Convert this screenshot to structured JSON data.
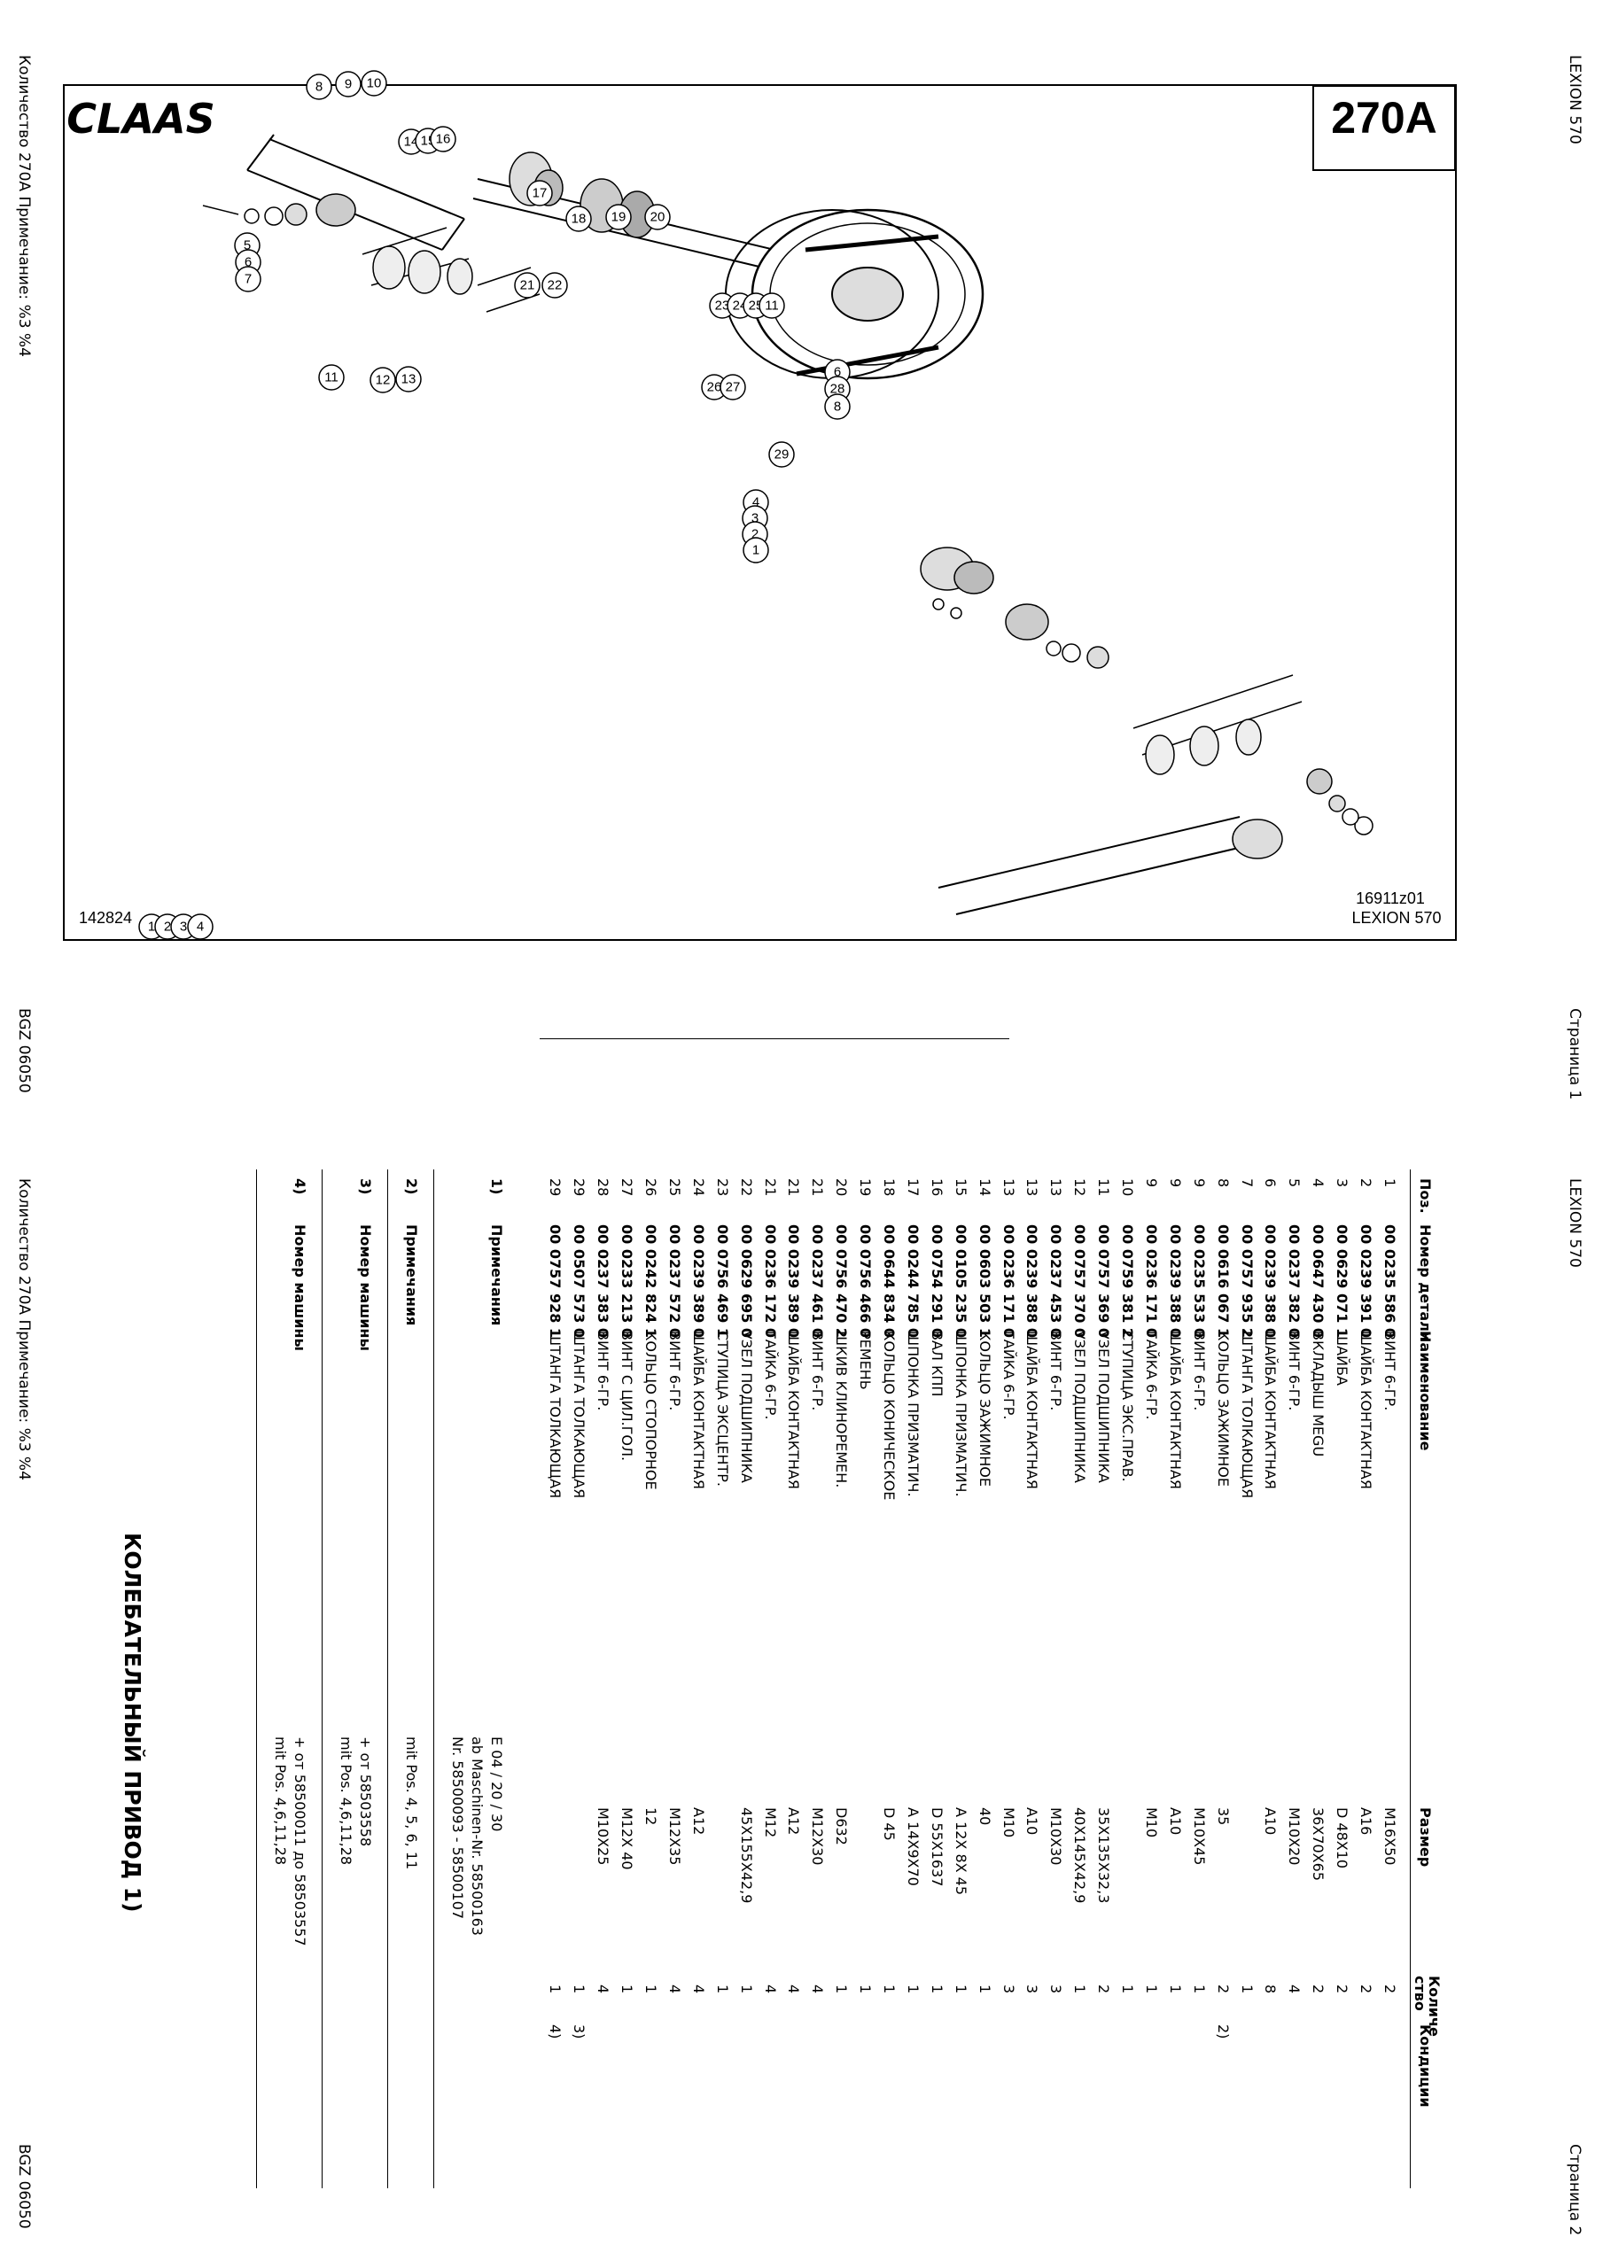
{
  "page1": {
    "header_left": "Количество 270A   Примечание:  %3 %4",
    "header_right": "LEXION 570",
    "footer_left": "BGZ 06050",
    "footer_right": "Страница 1"
  },
  "page2": {
    "header_left": "Количество 270A   Примечание:  %3 %4",
    "header_right": "LEXION 570",
    "footer_left": "BGZ 06050",
    "footer_right": "Страница 2"
  },
  "diagram": {
    "logo": "CLAAS",
    "page_code": "270A",
    "drawing_no": "16911z01",
    "model": "LEXION 570",
    "figure_no": "142824",
    "callouts": [
      "1",
      "2",
      "3",
      "4",
      "5",
      "6",
      "7",
      "8",
      "9",
      "10",
      "11",
      "12",
      "13",
      "14",
      "15",
      "16",
      "17",
      "18",
      "19",
      "20",
      "21",
      "22",
      "23",
      "24",
      "25",
      "11",
      "26",
      "27",
      "6",
      "28",
      "8",
      "29",
      "4",
      "3",
      "2",
      "1"
    ]
  },
  "table": {
    "title": "КОЛЕБАТЕЛЬНЫЙ ПРИВОД  1)",
    "headers": {
      "pos": "Поз.",
      "partno": "Номер детали",
      "name": "Наименование",
      "size": "Размер",
      "qty": "Количе ство",
      "cond": "Кондиции"
    },
    "rows": [
      {
        "pos": "1",
        "partno": "00 0235 586 0",
        "name": "ВИНТ 6-ГР.",
        "size": "M16X50",
        "qty": "2",
        "cond": ""
      },
      {
        "pos": "2",
        "partno": "00 0239 391 0",
        "name": "ШАЙБА КОНТАКТНАЯ",
        "size": "A16",
        "qty": "2",
        "cond": ""
      },
      {
        "pos": "3",
        "partno": "00 0629 071 1",
        "name": "ШАЙБА",
        "size": "D 48X10",
        "qty": "2",
        "cond": ""
      },
      {
        "pos": "4",
        "partno": "00 0647 430 0",
        "name": "ВКЛАДЫШ MEGU",
        "size": "36X70X65",
        "qty": "2",
        "cond": ""
      },
      {
        "pos": "5",
        "partno": "00 0237 382 0",
        "name": "ВИНТ 6-ГР.",
        "size": "M10X20",
        "qty": "4",
        "cond": ""
      },
      {
        "pos": "6",
        "partno": "00 0239 388 0",
        "name": "ШАЙБА КОНТАКТНАЯ",
        "size": "A10",
        "qty": "8",
        "cond": ""
      },
      {
        "pos": "7",
        "partno": "00 0757 935 2",
        "name": "ШТАНГА ТОЛКАЮЩАЯ",
        "size": "",
        "qty": "1",
        "cond": ""
      },
      {
        "pos": "8",
        "partno": "00 0616 067 1",
        "name": "КОЛЬЦО ЗАЖИМНОЕ",
        "size": "35",
        "qty": "2",
        "cond": "2)"
      },
      {
        "pos": "9",
        "partno": "00 0235 533 0",
        "name": "ВИНТ 6-ГР.",
        "size": "M10X45",
        "qty": "1",
        "cond": ""
      },
      {
        "pos": "9",
        "partno": "00 0239 388 0",
        "name": "ШАЙБА КОНТАКТНАЯ",
        "size": "A10",
        "qty": "1",
        "cond": ""
      },
      {
        "pos": "9",
        "partno": "00 0236 171 0",
        "name": "ГАЙКА 6-ГР.",
        "size": "M10",
        "qty": "1",
        "cond": ""
      },
      {
        "pos": "10",
        "partno": "00 0759 381 2",
        "name": "СТУПИЦА ЭКС.ПРАВ.",
        "size": "",
        "qty": "1",
        "cond": ""
      },
      {
        "pos": "11",
        "partno": "00 0757 369 0",
        "name": "УЗЕЛ ПОДШИПНИКА",
        "size": "35X135X32,3",
        "qty": "2",
        "cond": ""
      },
      {
        "pos": "12",
        "partno": "00 0757 370 0",
        "name": "УЗЕЛ ПОДШИПНИКА",
        "size": "40X145X42,9",
        "qty": "1",
        "cond": ""
      },
      {
        "pos": "13",
        "partno": "00 0237 453 0",
        "name": "ВИНТ 6-ГР.",
        "size": "M10X30",
        "qty": "3",
        "cond": ""
      },
      {
        "pos": "13",
        "partno": "00 0239 388 0",
        "name": "ШАЙБА КОНТАКТНАЯ",
        "size": "A10",
        "qty": "3",
        "cond": ""
      },
      {
        "pos": "13",
        "partno": "00 0236 171 0",
        "name": "ГАЙКА 6-ГР.",
        "size": "M10",
        "qty": "3",
        "cond": ""
      },
      {
        "pos": "14",
        "partno": "00 0603 503 1",
        "name": "КОЛЬЦО ЗАЖИМНОЕ",
        "size": "40",
        "qty": "1",
        "cond": ""
      },
      {
        "pos": "15",
        "partno": "00 0105 235 0",
        "name": "ШПОНКА ПРИЗМАТИЧ.",
        "size": "A 12X 8X 45",
        "qty": "1",
        "cond": ""
      },
      {
        "pos": "16",
        "partno": "00 0754 291 0",
        "name": "ВАЛ КПП",
        "size": "D 55X1637",
        "qty": "1",
        "cond": ""
      },
      {
        "pos": "17",
        "partno": "00 0244 785 0",
        "name": "ШПОНКА ПРИЗМАТИЧ.",
        "size": "A 14X9X70",
        "qty": "1",
        "cond": ""
      },
      {
        "pos": "18",
        "partno": "00 0644 834 0",
        "name": "КОЛЬЦО КОНИЧЕСКОЕ",
        "size": "D 45",
        "qty": "1",
        "cond": ""
      },
      {
        "pos": "19",
        "partno": "00 0756 466 0",
        "name": "РЕМЕНЬ",
        "size": "",
        "qty": "1",
        "cond": ""
      },
      {
        "pos": "20",
        "partno": "00 0756 470 2",
        "name": "ШКИВ КЛИНОРЕМЕН.",
        "size": "D632",
        "qty": "1",
        "cond": ""
      },
      {
        "pos": "21",
        "partno": "00 0237 461 0",
        "name": "ВИНТ 6-ГР.",
        "size": "M12X30",
        "qty": "4",
        "cond": ""
      },
      {
        "pos": "21",
        "partno": "00 0239 389 0",
        "name": "ШАЙБА КОНТАКТНАЯ",
        "size": "A12",
        "qty": "4",
        "cond": ""
      },
      {
        "pos": "21",
        "partno": "00 0236 172 0",
        "name": "ГАЙКА 6-ГР.",
        "size": "M12",
        "qty": "4",
        "cond": ""
      },
      {
        "pos": "22",
        "partno": "00 0629 695 0",
        "name": "УЗЕЛ ПОДШИПНИКА",
        "size": "45X155X42,9",
        "qty": "1",
        "cond": ""
      },
      {
        "pos": "23",
        "partno": "00 0756 469 1",
        "name": "СТУПИЦА ЭКСЦЕНТР.",
        "size": "",
        "qty": "1",
        "cond": ""
      },
      {
        "pos": "24",
        "partno": "00 0239 389 0",
        "name": "ШАЙБА КОНТАКТНАЯ",
        "size": "A12",
        "qty": "4",
        "cond": ""
      },
      {
        "pos": "25",
        "partno": "00 0237 572 0",
        "name": "ВИНТ 6-ГР.",
        "size": "M12X35",
        "qty": "4",
        "cond": ""
      },
      {
        "pos": "26",
        "partno": "00 0242 824 1",
        "name": "КОЛЬЦО СТОПОРНОЕ",
        "size": "12",
        "qty": "1",
        "cond": ""
      },
      {
        "pos": "27",
        "partno": "00 0233 213 0",
        "name": "ВИНТ С ЦИЛ.ГОЛ.",
        "size": "M12X 40",
        "qty": "1",
        "cond": ""
      },
      {
        "pos": "28",
        "partno": "00 0237 383 0",
        "name": "ВИНТ 6-ГР.",
        "size": "M10X25",
        "qty": "4",
        "cond": ""
      },
      {
        "pos": "29",
        "partno": "00 0507 573 0",
        "name": "ШТАНГА ТОЛКАЮЩАЯ",
        "size": "",
        "qty": "1",
        "cond": "3)"
      },
      {
        "pos": "29",
        "partno": "00 0757 928 1",
        "name": "ШТАНГА ТОЛКАЮЩАЯ",
        "size": "",
        "qty": "1",
        "cond": "4)"
      }
    ],
    "notes": [
      {
        "num": "1)",
        "label": "Примечания",
        "lines": [
          "E 04 / 20 / 30",
          "ab Maschinen-Nr. 58500163",
          "Nr. 58500093 - 58500107"
        ]
      },
      {
        "num": "2)",
        "label": "Примечания",
        "lines": [
          "mit Pos. 4, 5, 6, 11"
        ]
      },
      {
        "num": "3)",
        "label": "Номер машины",
        "lines": [
          "+ от 58503558",
          "mit Pos. 4,6,11,28"
        ]
      },
      {
        "num": "4)",
        "label": "Номер машины",
        "lines": [
          "+ от 58500011 до 58503557",
          "mit Pos. 4,6,11,28"
        ]
      }
    ]
  }
}
